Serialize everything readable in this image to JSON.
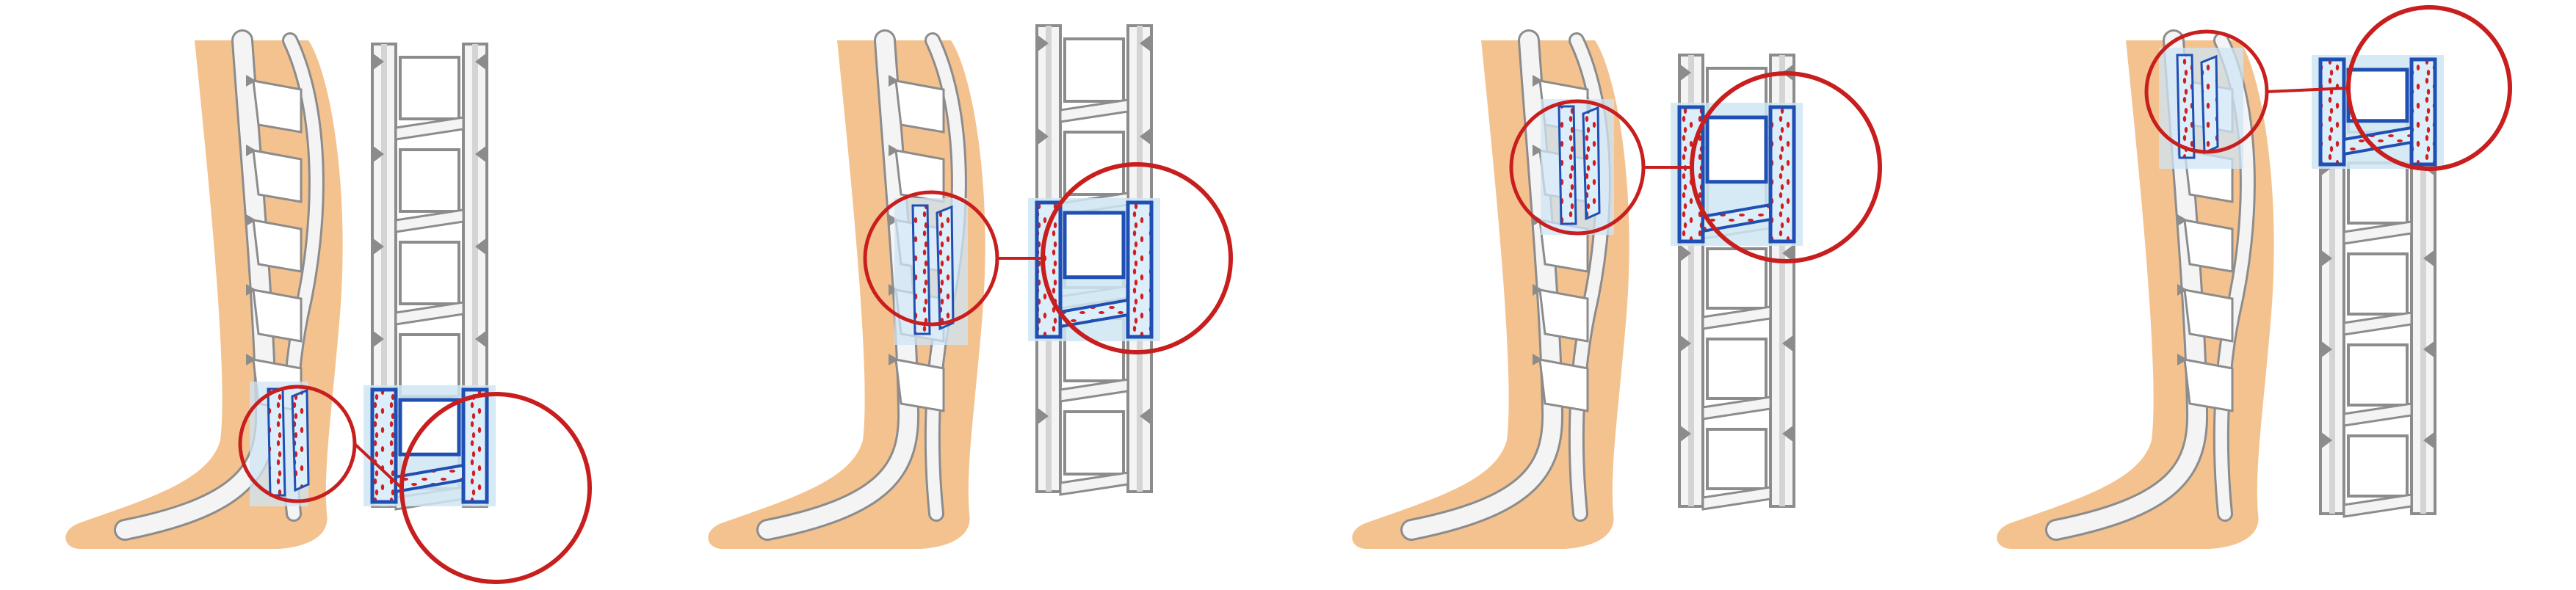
{
  "colors": {
    "skin": "#F4C28E",
    "vein_wall": "#D4D4D4",
    "vein_outline": "#8C8C8C",
    "vein_fill": "#F4F4F4",
    "blood_zone_fill": "#CFE6F5",
    "blood_outline": "#1F4FB3",
    "blood_cell": "#D21E1E",
    "highlight_circle": "#C81E1E",
    "background": "#FFFFFF"
  },
  "stages": [
    {
      "id": "stage-1",
      "clot_location": "ankle",
      "highlight": true
    },
    {
      "id": "stage-2",
      "clot_location": "lower-calf",
      "highlight": true
    },
    {
      "id": "stage-3",
      "clot_location": "mid-calf",
      "highlight": true
    },
    {
      "id": "stage-4",
      "clot_location": "upper-calf",
      "highlight": true
    }
  ]
}
